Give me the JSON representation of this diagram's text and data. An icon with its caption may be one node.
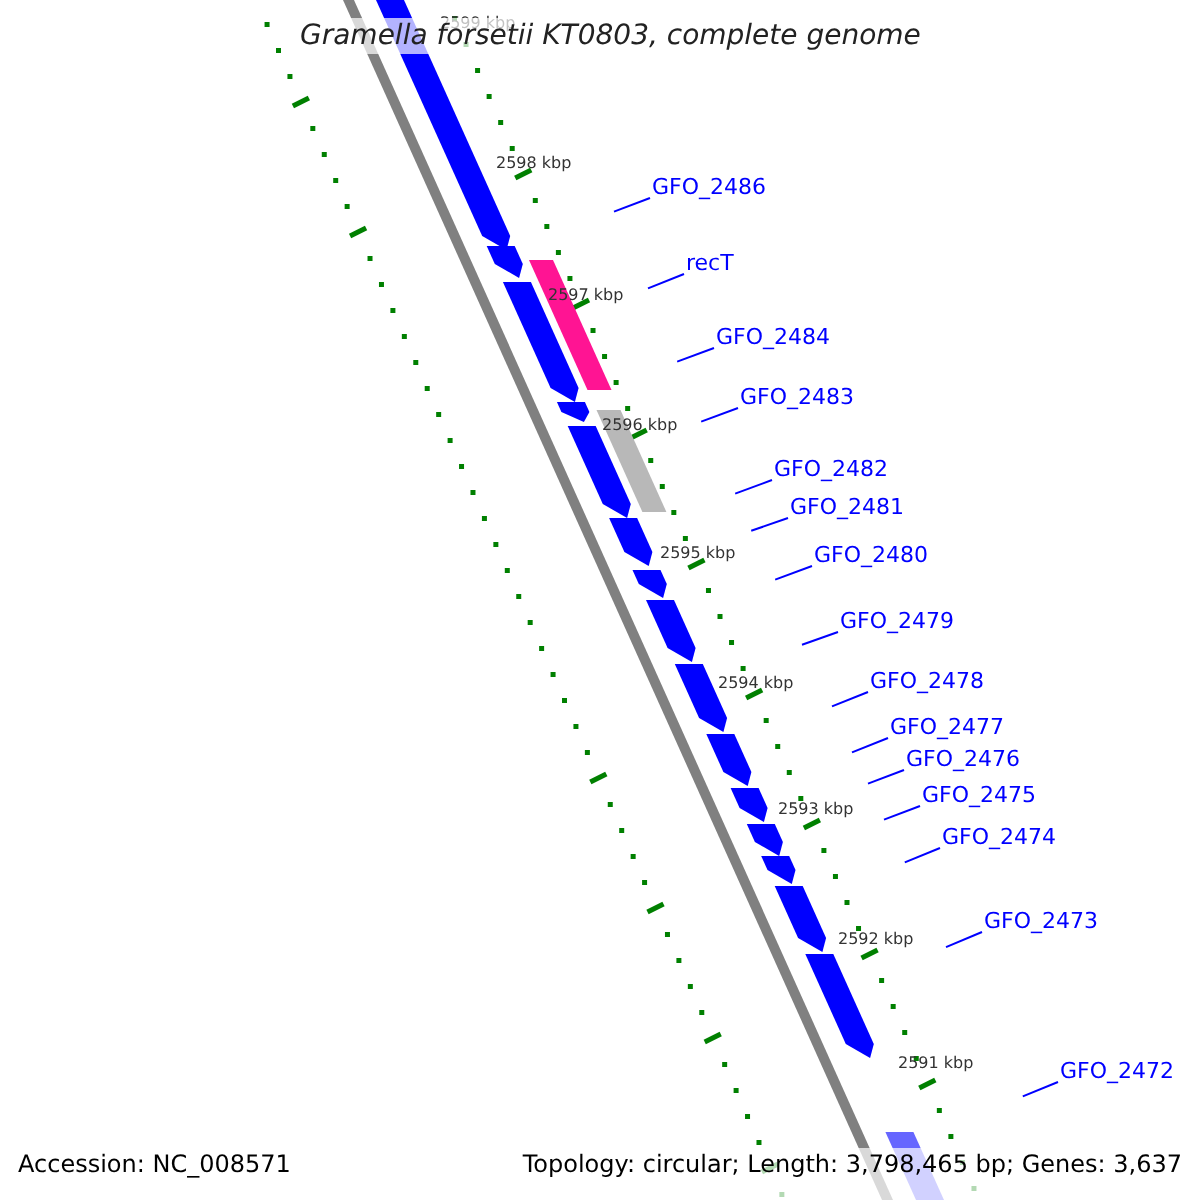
{
  "diagram": {
    "title": "Gramella forsetii KT0803, complete genome",
    "nodes": [
      {
        "text": [
          "GFO_2486"
        ]
      },
      {
        "text": [
          "recT"
        ]
      },
      {
        "text": [
          "GFO_2484"
        ]
      },
      {
        "text": [
          "GFO_2483"
        ]
      },
      {
        "text": [
          "GFO_2482"
        ]
      },
      {
        "text": [
          "GFO_2481"
        ]
      },
      {
        "text": [
          "GFO_2480"
        ]
      },
      {
        "text": [
          "GFO_2479"
        ]
      },
      {
        "text": [
          "GFO_2478"
        ]
      },
      {
        "text": [
          "GFO_2477"
        ]
      },
      {
        "text": [
          "GFO_2476"
        ]
      },
      {
        "text": [
          "GFO_2475"
        ]
      },
      {
        "text": [
          "GFO_2474"
        ]
      },
      {
        "text": [
          "GFO_2473"
        ]
      },
      {
        "text": [
          "GFO_2472"
        ]
      }
    ],
    "edges": [
      {
        "from": 0,
        "to": null,
        "arrow": "none"
      },
      {
        "from": 1,
        "to": null,
        "arrow": "none"
      },
      {
        "from": 2,
        "to": null,
        "arrow": "none"
      },
      {
        "from": 3,
        "to": null,
        "arrow": "none"
      },
      {
        "from": 4,
        "to": null,
        "arrow": "none"
      },
      {
        "from": 5,
        "to": null,
        "arrow": "none"
      },
      {
        "from": 6,
        "to": null,
        "arrow": "none"
      },
      {
        "from": 7,
        "to": null,
        "arrow": "none"
      },
      {
        "from": 8,
        "to": null,
        "arrow": "none"
      },
      {
        "from": 9,
        "to": null,
        "arrow": "none"
      },
      {
        "from": 10,
        "to": null,
        "arrow": "none"
      },
      {
        "from": 11,
        "to": null,
        "arrow": "none"
      },
      {
        "from": 12,
        "to": null,
        "arrow": "none"
      },
      {
        "from": 13,
        "to": null,
        "arrow": "none"
      },
      {
        "from": 14,
        "to": null,
        "arrow": "none"
      }
    ],
    "labels": [
      "2599 kbp",
      "2598 kbp",
      "2597 kbp",
      "2596 kbp",
      "2595 kbp",
      "2594 kbp",
      "2593 kbp",
      "2592 kbp",
      "2591 kbp",
      "Accession: NC_008571",
      "Topology: circular; Length: 3,798,465 bp; Genes: 3,637"
    ]
  }
}
